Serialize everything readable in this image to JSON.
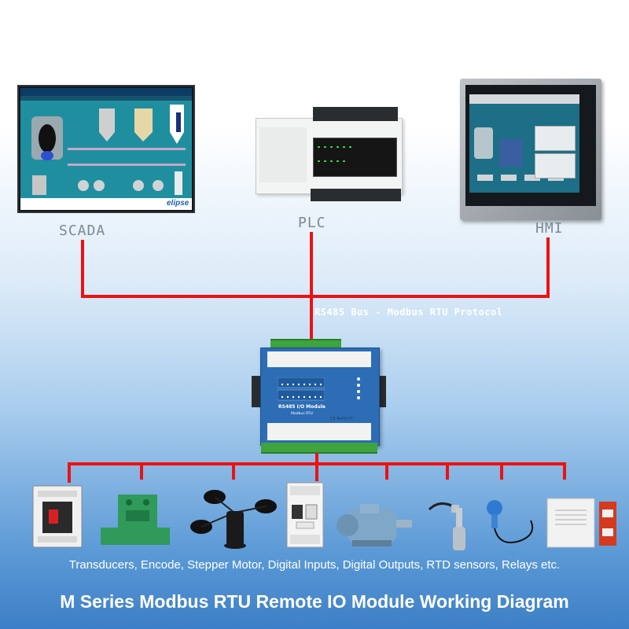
{
  "top_devices": {
    "scada": {
      "label": "SCADA",
      "screen_logo": "elipse"
    },
    "plc": {
      "label": "PLC"
    },
    "hmi": {
      "label": "HMI"
    }
  },
  "bus": {
    "label": "RS485 Bus - Modbus RTU Protocol",
    "color": "#ee1111"
  },
  "io_module": {
    "name": "RS485 I/O Module",
    "subtitle": "Modbus RTU",
    "cert": "CE RoHS FC",
    "body_color": "#2c6db5",
    "terminal_color": "#3ea43e"
  },
  "field_devices": {
    "caption": "Transducers, Encode, Stepper Motor, Digital Inputs, Digital Outputs, RTD  sensors, Relays etc.",
    "icons": [
      "breaker-icon",
      "encoder-icon",
      "anemometer-icon",
      "rcbo-icon",
      "motor-icon",
      "rtd-sensor-icon",
      "pressure-sensor-icon",
      "relay-box-icon"
    ]
  },
  "title": "M Series Modbus RTU Remote IO Module Working Diagram"
}
